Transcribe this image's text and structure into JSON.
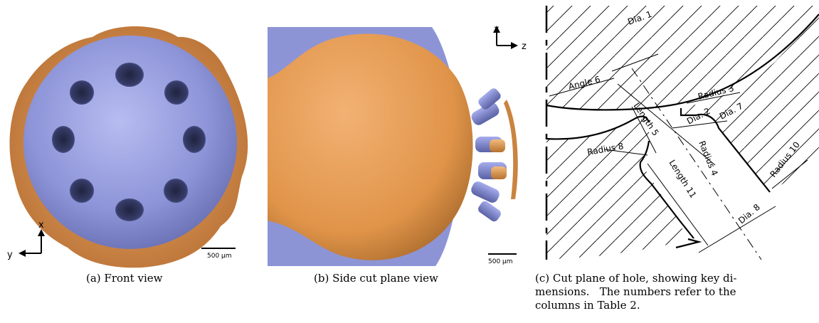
{
  "panel_a": {
    "caption": "(a) Front view",
    "axis_x": "x",
    "axis_y": "y",
    "scale": "500 µm"
  },
  "panel_b": {
    "caption": "(b) Side cut plane view",
    "axis_x": "x",
    "axis_z": "z",
    "scale": "500 µm"
  },
  "panel_c": {
    "caption_line1": "(c) Cut plane of hole, showing key di-",
    "caption_line2": "mensions.   The numbers refer to the",
    "caption_line3": "columns in Table 2.",
    "labels": {
      "dia1": "Dia. 1",
      "dia2": "Dia. 2",
      "radius3": "Radius 3",
      "radius4": "Radius 4",
      "length5": "Length 5",
      "angle6": "Angle 6",
      "dia7": "Dia. 7",
      "radius8": "Radius 8",
      "dia8": "Dia. 8",
      "radius10": "Radius 10",
      "length11": "Length 11"
    }
  },
  "colors": {
    "orange": "#e39a57",
    "blue": "#8f96d8"
  }
}
